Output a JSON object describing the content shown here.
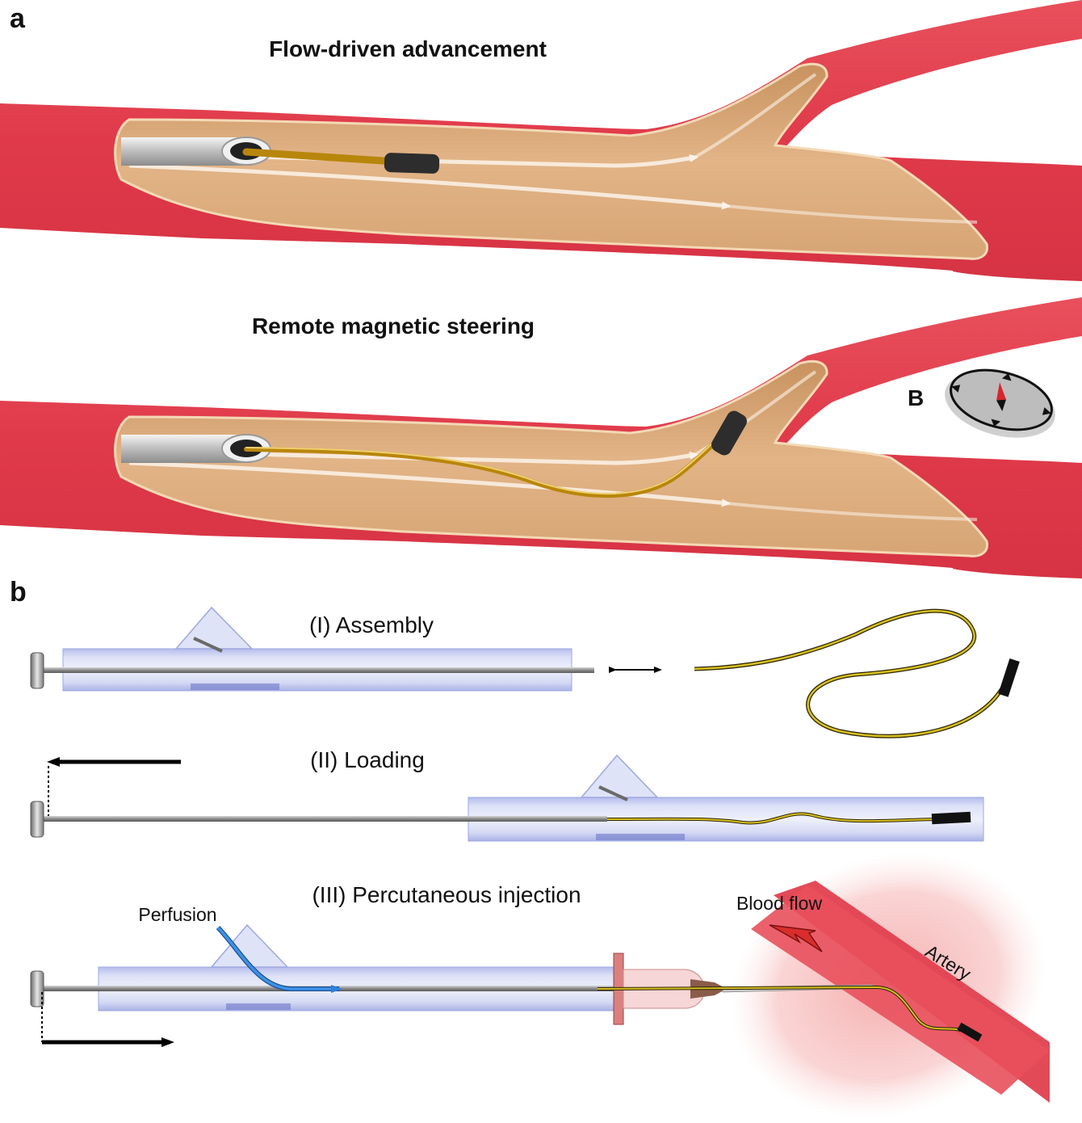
{
  "panel_a": {
    "letter": "a",
    "top_title": "Flow-driven advancement",
    "bottom_title": "Remote magnetic steering",
    "field_label": "B"
  },
  "panel_b": {
    "letter": "b",
    "step1": "(I) Assembly",
    "step2": "(II) Loading",
    "step3": "(III) Percutaneous injection",
    "perfusion": "Perfusion",
    "blood_flow": "Blood flow",
    "artery": "Artery"
  },
  "colors": {
    "vessel_wall": "#e2404f",
    "vessel_inner": "#d9a878",
    "wire": "#b8860b",
    "tube": "#c6cdf0",
    "perfusion_arrow": "#2f80d6",
    "blood_arrow": "#d92d2d"
  }
}
